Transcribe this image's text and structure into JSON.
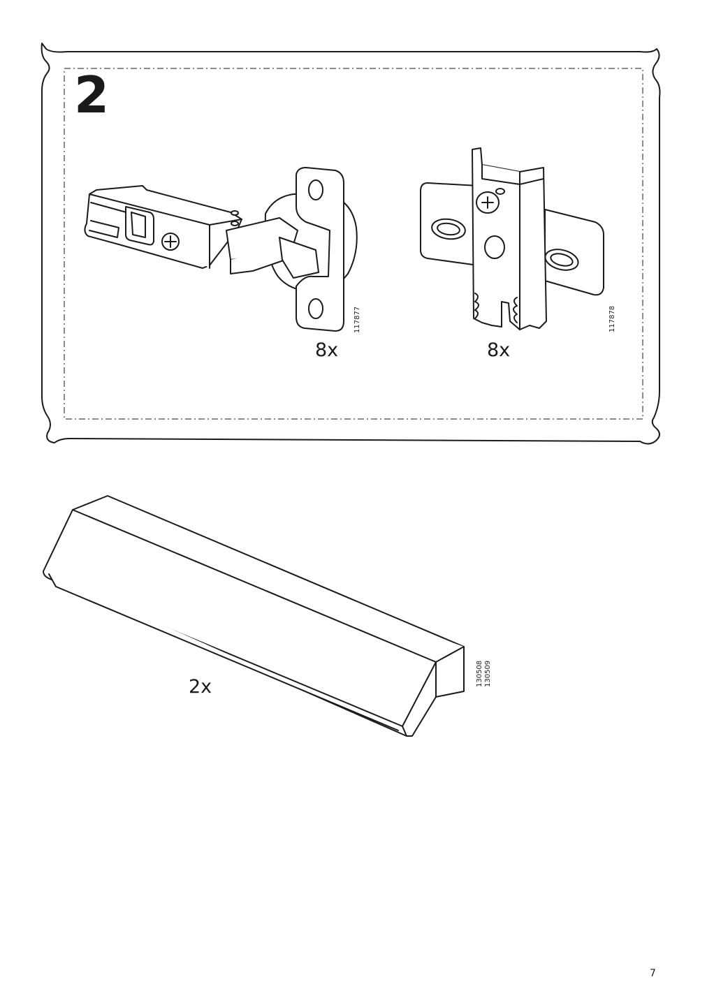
{
  "step": {
    "number": "2"
  },
  "parts": [
    {
      "name": "hinge",
      "quantity": "8x",
      "article_number": "117877"
    },
    {
      "name": "mounting-plate",
      "quantity": "8x",
      "article_number": "117878"
    },
    {
      "name": "handle",
      "quantity": "2x",
      "article_numbers": [
        "130508",
        "130509"
      ]
    }
  ],
  "page": {
    "number": "7"
  },
  "colors": {
    "line": "#1a1a1a",
    "background": "#ffffff"
  }
}
